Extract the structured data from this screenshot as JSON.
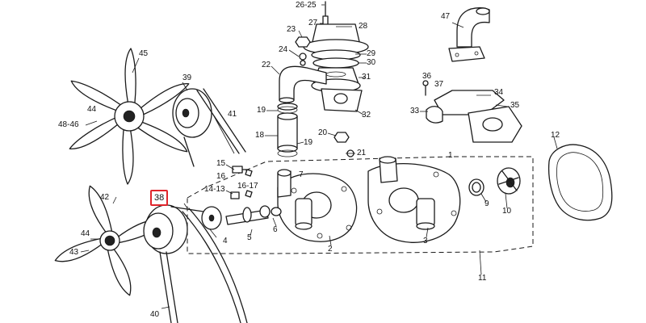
{
  "diagram": {
    "highlight_color": "#e0252b",
    "highlighted_label": "38",
    "labels": {
      "l_26_25": "26-25",
      "l_27": "27",
      "l_28": "28",
      "l_23": "23",
      "l_24": "24",
      "l_29": "29",
      "l_30": "30",
      "l_22": "22",
      "l_31": "31",
      "l_19a": "19",
      "l_32": "32",
      "l_18": "18",
      "l_19b": "19",
      "l_20": "20",
      "l_21": "21",
      "l_47": "47",
      "l_36": "36",
      "l_37": "37",
      "l_34": "34",
      "l_33": "33",
      "l_35": "35",
      "l_45": "45",
      "l_39": "39",
      "l_41": "41",
      "l_44a": "44",
      "l_48_46": "48-46",
      "l_15": "15",
      "l_16": "16",
      "l_14_13": "14-13",
      "l_16_17": "16-17",
      "l_7": "7",
      "l_1": "1",
      "l_12": "12",
      "l_9": "9",
      "l_10": "10",
      "l_42": "42",
      "l_38": "38",
      "l_44b": "44",
      "l_43": "43",
      "l_4": "4",
      "l_5": "5",
      "l_6": "6",
      "l_2": "2",
      "l_3": "3",
      "l_11": "11",
      "l_40": "40"
    }
  }
}
